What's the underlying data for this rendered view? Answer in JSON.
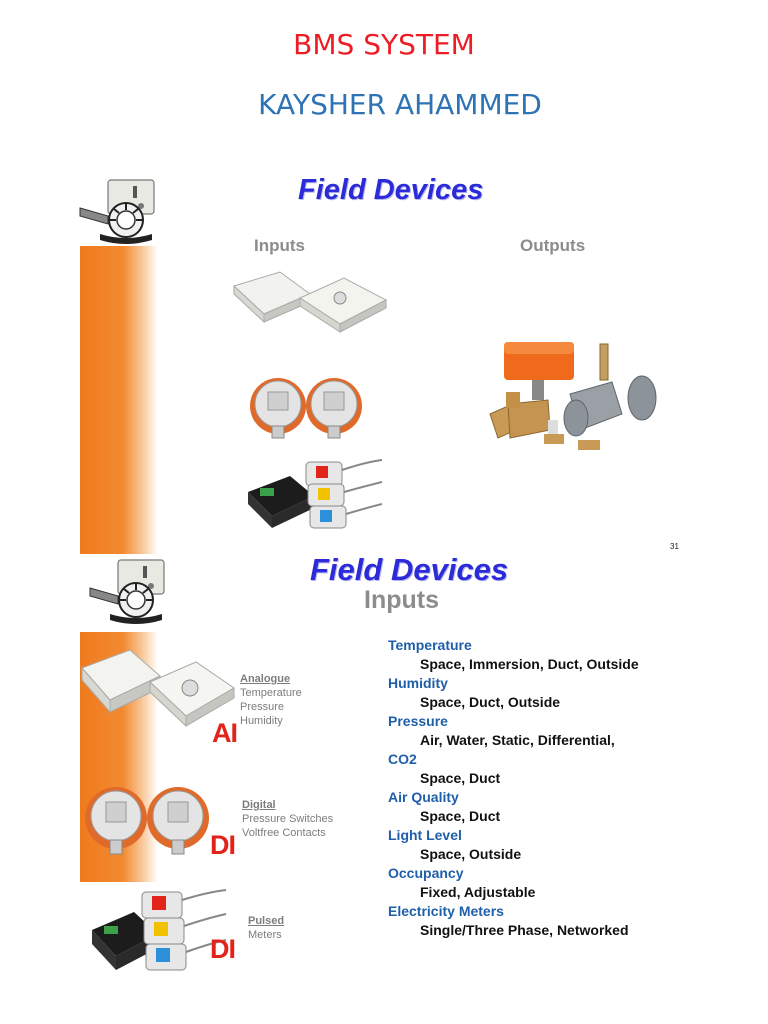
{
  "doc": {
    "title": "BMS SYSTEM",
    "author": "KAYSHER AHAMMED"
  },
  "slide1": {
    "heading": "Field Devices",
    "inputs_label": "Inputs",
    "outputs_label": "Outputs",
    "page_number": "31"
  },
  "slide2": {
    "heading": "Field Devices",
    "subheading": "Inputs",
    "device_groups": [
      {
        "heading": "Analogue",
        "lines": [
          "Temperature",
          "Pressure",
          "Humidity"
        ],
        "code": "AI"
      },
      {
        "heading": "Digital",
        "lines": [
          "Pressure Switches",
          "Voltfree Contacts"
        ],
        "code": "DI"
      },
      {
        "heading": "Pulsed",
        "lines": [
          "Meters"
        ],
        "code": "DI"
      }
    ],
    "categories": [
      {
        "name": "Temperature",
        "detail": "Space, Immersion, Duct, Outside"
      },
      {
        "name": "Humidity",
        "detail": "Space, Duct, Outside"
      },
      {
        "name": "Pressure",
        "detail": "Air, Water, Static, Differential,"
      },
      {
        "name": "CO2",
        "detail": "Space, Duct"
      },
      {
        "name": "Air Quality",
        "detail": "Space, Duct"
      },
      {
        "name": "Light Level",
        "detail": "Space, Outside"
      },
      {
        "name": "Occupancy",
        "detail": "Fixed, Adjustable"
      },
      {
        "name": "Electricity Meters",
        "detail": "Single/Three Phase, Networked"
      }
    ]
  },
  "colors": {
    "title_red": "#ee1c25",
    "title_blue": "#2e74b5",
    "heading_blue": "#2b2bd9",
    "accent_orange": "#f07a1e",
    "category_blue": "#1f5faa",
    "code_red": "#e2231a"
  },
  "icons": [
    "sensor-logo-icon",
    "wall-sensor-icon",
    "pressure-switch-icon",
    "current-meter-icon",
    "valve-actuator-icon"
  ]
}
